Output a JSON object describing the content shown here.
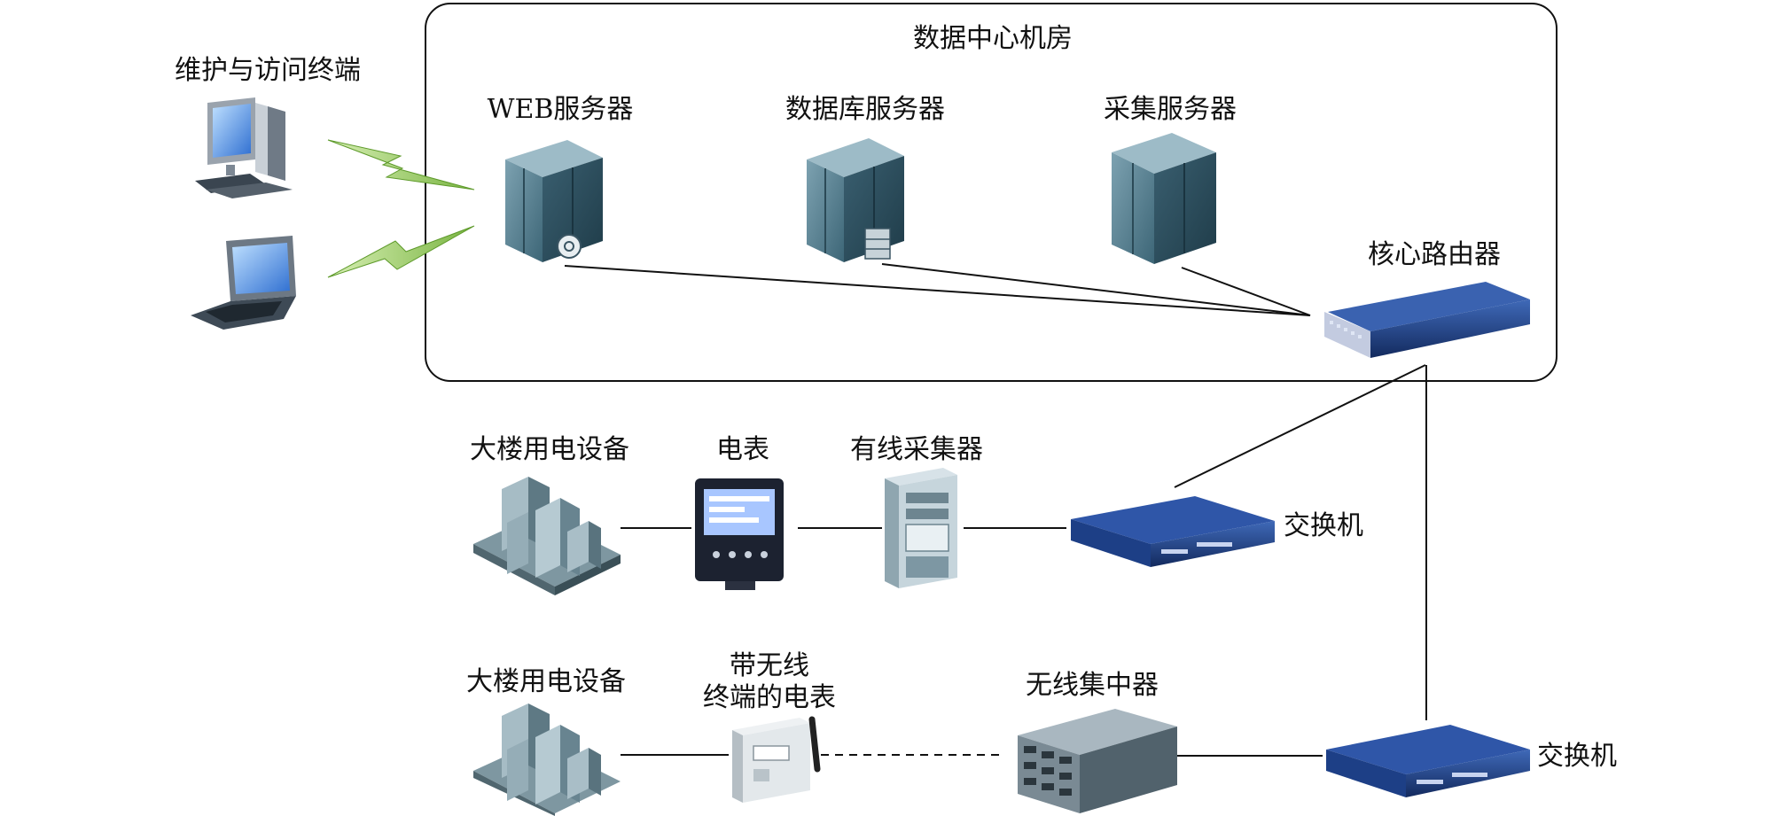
{
  "datacenter": {
    "title": "数据中心机房"
  },
  "terminals": {
    "label": "维护与访问终端"
  },
  "servers": {
    "web": "WEB服务器",
    "database": "数据库服务器",
    "collection": "采集服务器"
  },
  "router": {
    "label": "核心路由器"
  },
  "wired_branch": {
    "building": "大楼用电设备",
    "meter": "电表",
    "collector": "有线采集器",
    "switch": "交换机"
  },
  "wireless_branch": {
    "building": "大楼用电设备",
    "meter_line1": "带无线",
    "meter_line2": "终端的电表",
    "concentrator": "无线集中器",
    "switch": "交换机"
  },
  "colors": {
    "server_dark": "#2f5566",
    "server_light": "#6f96a6",
    "router_blue": "#1b3a7a",
    "lightning_green": "#8bc34a",
    "building": "#6f8f9c"
  }
}
